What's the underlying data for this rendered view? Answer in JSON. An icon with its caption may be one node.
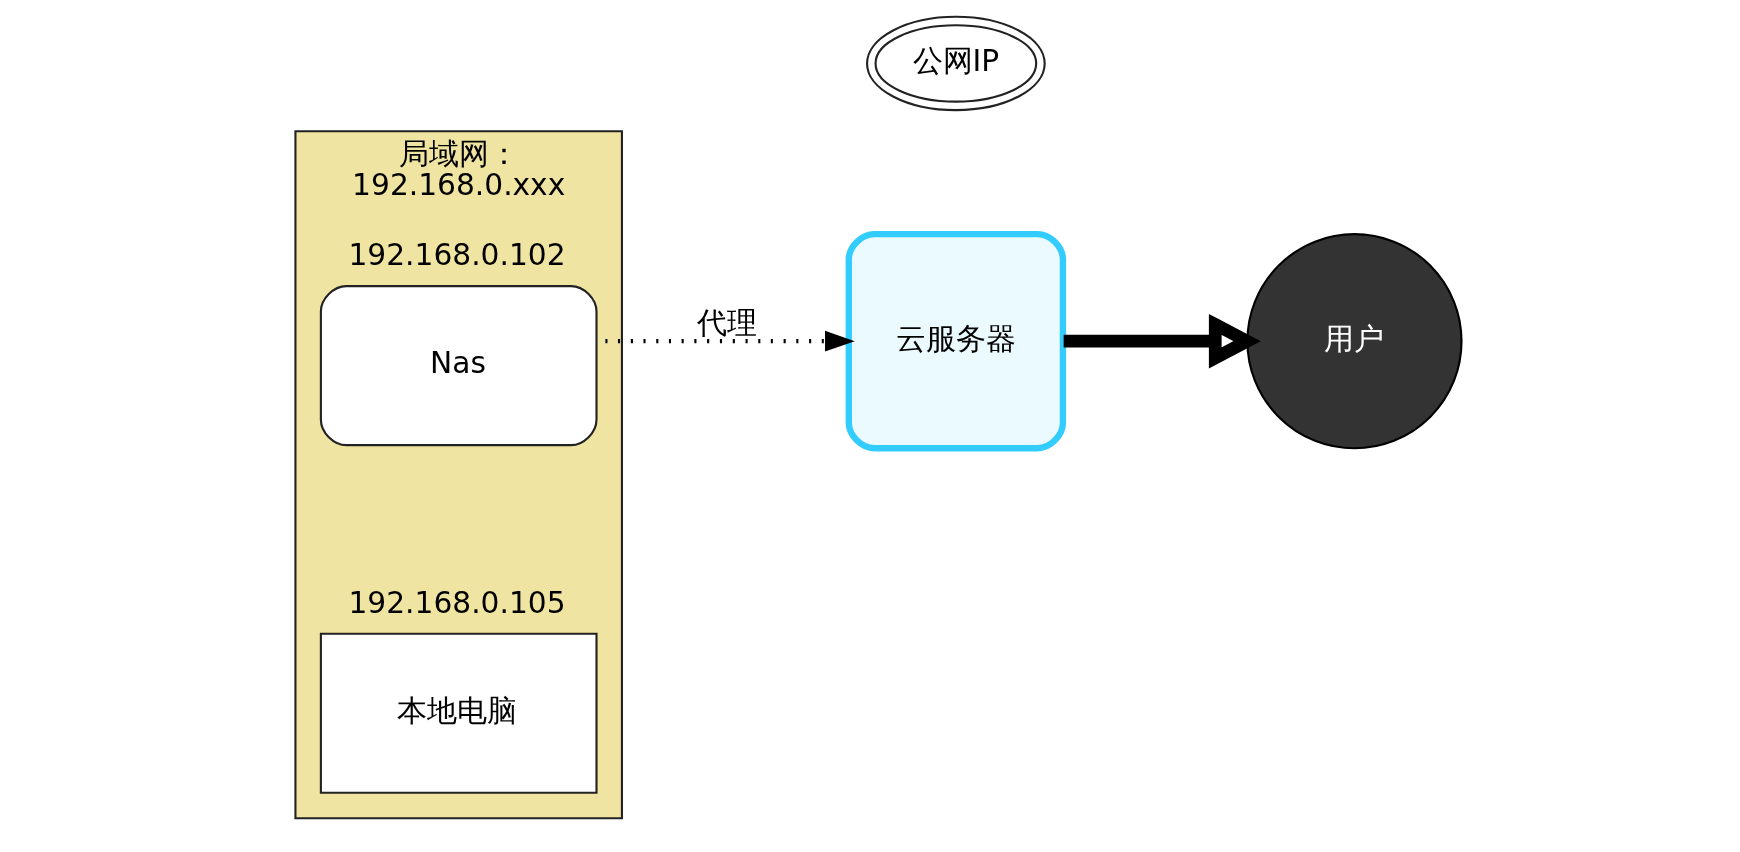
{
  "diagram": {
    "nodes": [
      {
        "text": [
          "局域网：",
          "192.168.0.xxx"
        ]
      },
      {
        "text": [
          "Nas"
        ],
        "in": 0,
        "beside": [
          "192.168.0.102"
        ]
      },
      {
        "text": [
          "本地电脑"
        ],
        "in": 0,
        "beside": [
          "192.168.0.105"
        ]
      },
      {
        "text": [
          "公网IP"
        ]
      },
      {
        "text": [
          "云服务器"
        ]
      },
      {
        "text": [
          "用户"
        ]
      }
    ],
    "edges": [
      {
        "from": 1,
        "to": 4,
        "arrow": "to",
        "label": "代理",
        "style": "dashed"
      },
      {
        "from": 4,
        "to": 5,
        "arrow": "to",
        "style": "thick"
      }
    ]
  }
}
